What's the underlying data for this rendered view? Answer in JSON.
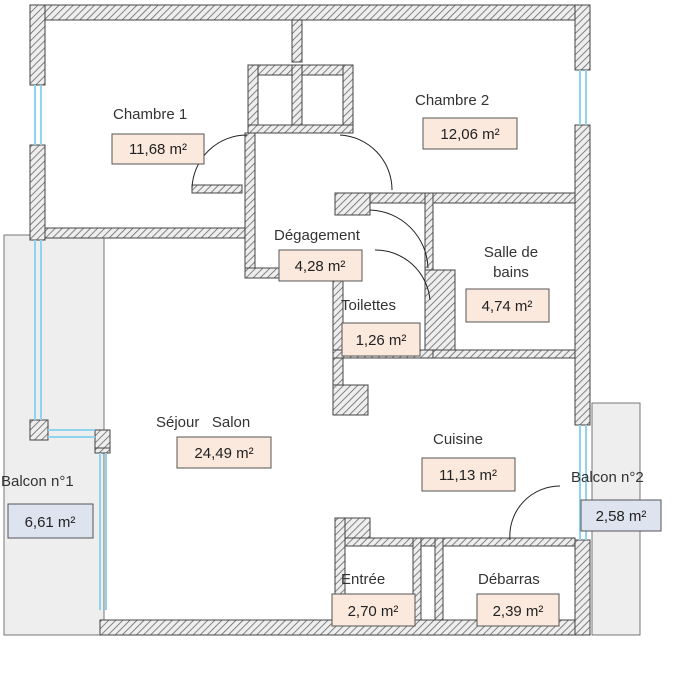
{
  "colors": {
    "wall_hatch": "#666666",
    "wall_fill": "#eeeeee",
    "window": "#8fd3ee",
    "area_room": "#fbe9dd",
    "area_balcony": "#dde3ef",
    "balcony_floor": "#eeeeee"
  },
  "rooms": {
    "chambre1": {
      "name": "Chambre 1",
      "area": "11,68 m²"
    },
    "chambre2": {
      "name": "Chambre 2",
      "area": "12,06 m²"
    },
    "degagement": {
      "name": "Dégagement",
      "area": "4,28 m²"
    },
    "sdb": {
      "name_line1": "Salle de",
      "name_line2": "bains",
      "area": "4,74 m²"
    },
    "toilettes": {
      "name": "Toilettes",
      "area": "1,26 m²"
    },
    "sejour": {
      "name": "Séjour   Salon",
      "area": "24,49 m²"
    },
    "cuisine": {
      "name": "Cuisine",
      "area": "11,13 m²"
    },
    "balcon1": {
      "name": "Balcon n°1",
      "area": "6,61 m²"
    },
    "balcon2": {
      "name": "Balcon n°2",
      "area": "2,58 m²"
    },
    "entree": {
      "name": "Entrée",
      "area": "2,70 m²"
    },
    "debarras": {
      "name": "Débarras",
      "area": "2,39 m²"
    }
  }
}
